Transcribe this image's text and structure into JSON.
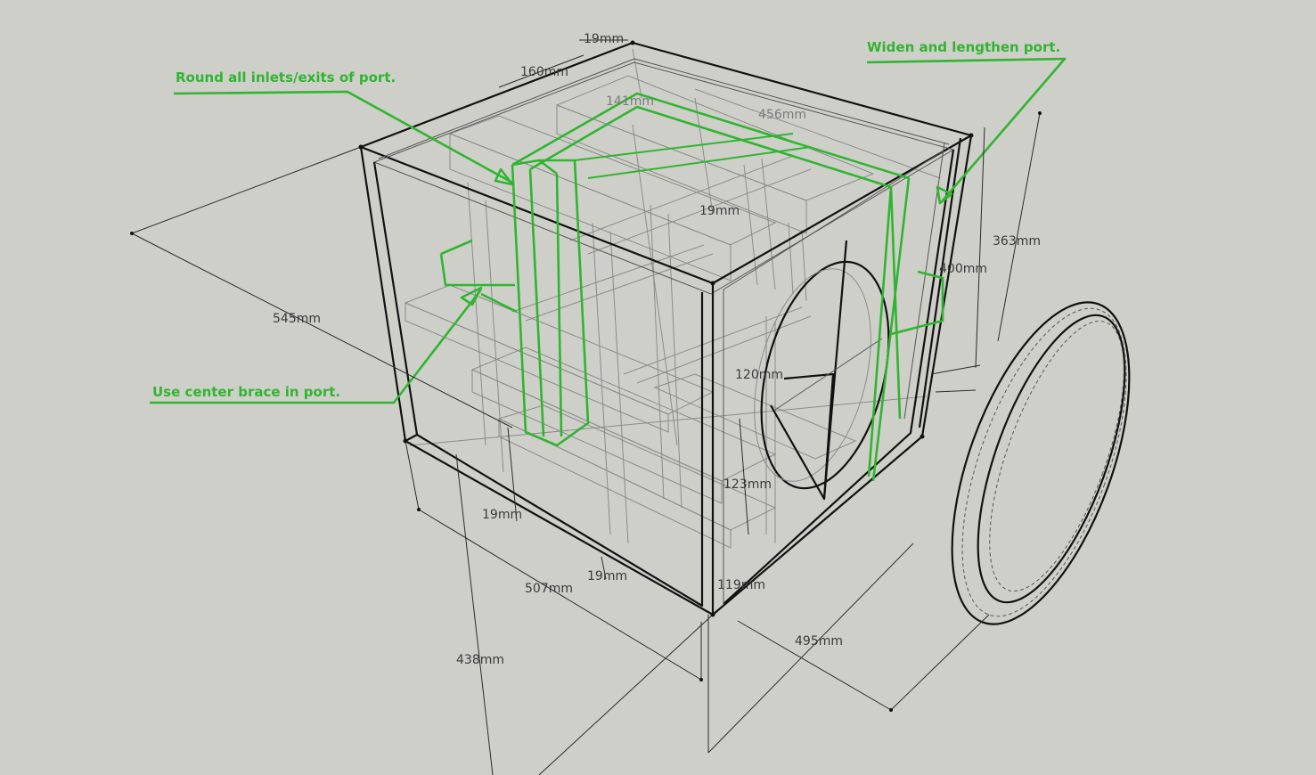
{
  "dimensions": {
    "d_19_top": "19mm",
    "d_160": "160mm",
    "d_141": "141mm",
    "d_456": "456mm",
    "d_19_mid": "19mm",
    "d_545": "545mm",
    "d_363": "363mm",
    "d_400": "400mm",
    "d_120": "120mm",
    "d_123": "123mm",
    "d_19_bl": "19mm",
    "d_19_bm": "19mm",
    "d_507": "507mm",
    "d_119": "119mm",
    "d_495": "495mm",
    "d_438": "438mm"
  },
  "annotations": {
    "round_inlets": "Round all inlets/exits of port.",
    "widen_port": "Widen and lengthen port.",
    "center_brace": "Use center brace in port."
  },
  "colors": {
    "background": "#cfcfca",
    "annotation": "#2fb52f",
    "edges": "#111111"
  }
}
